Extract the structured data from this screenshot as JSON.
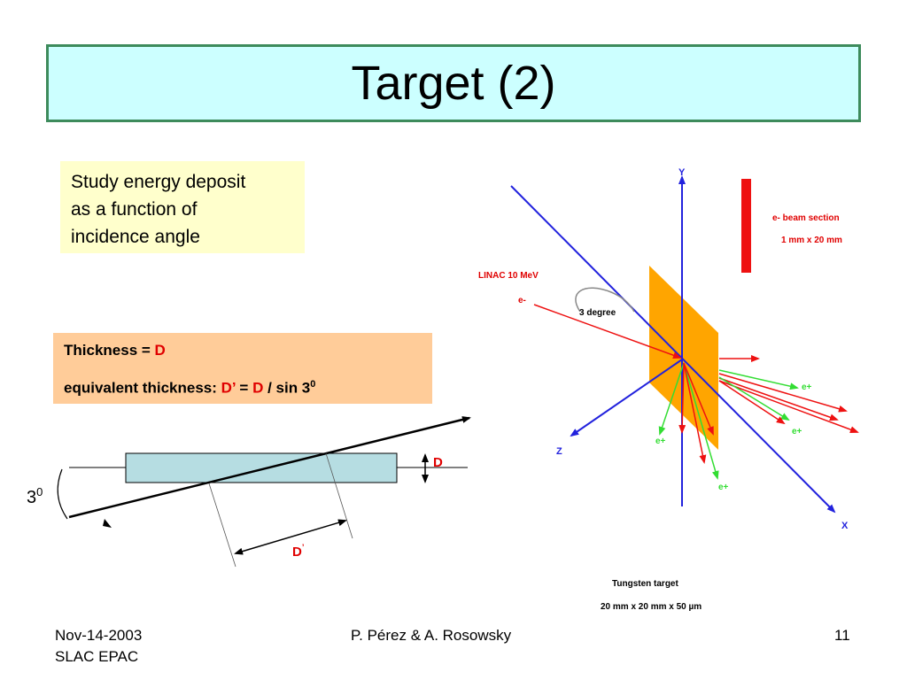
{
  "title": "Target (2)",
  "study": {
    "lines": [
      "Study energy deposit",
      "as a function of",
      "incidence angle"
    ]
  },
  "thickness": {
    "label1": "Thickness = ",
    "d1": "D",
    "label2": "equivalent thickness: ",
    "dprime": "D’",
    "eq": " = ",
    "d2": "D",
    "sin": "  / sin 3",
    "sup": "0"
  },
  "left_diagram": {
    "angle_base": "3",
    "angle_sup": "0",
    "d_label": "D",
    "dprime_base": "D",
    "dprime_mark": "’"
  },
  "right_diagram": {
    "axis_y": "Y",
    "axis_z": "Z",
    "axis_x": "X",
    "linac": "LINAC  10 MeV",
    "e_minus": "e-",
    "degree": "3 degree",
    "beam_section": "e- beam section",
    "beam_size": "1 mm x 20 mm",
    "e_plus": [
      "e+",
      "e+",
      "e+",
      "e+"
    ],
    "target_name": "Tungsten target",
    "target_size": "20 mm x 20 mm x 50 µm"
  },
  "footer": {
    "date": "Nov-14-2003",
    "event": "SLAC EPAC",
    "authors": "P. Pérez   &   A. Rosowsky",
    "page": "11"
  },
  "colors": {
    "title_bg": "#ccffff",
    "title_border": "#3d8b5c",
    "study_bg": "#ffffcc",
    "thick_bg": "#ffcc99",
    "target": "#ffa500",
    "axis": "#2222dd",
    "beam": "#ee1111",
    "positron": "#33dd33",
    "slab": "#b6dde2"
  }
}
